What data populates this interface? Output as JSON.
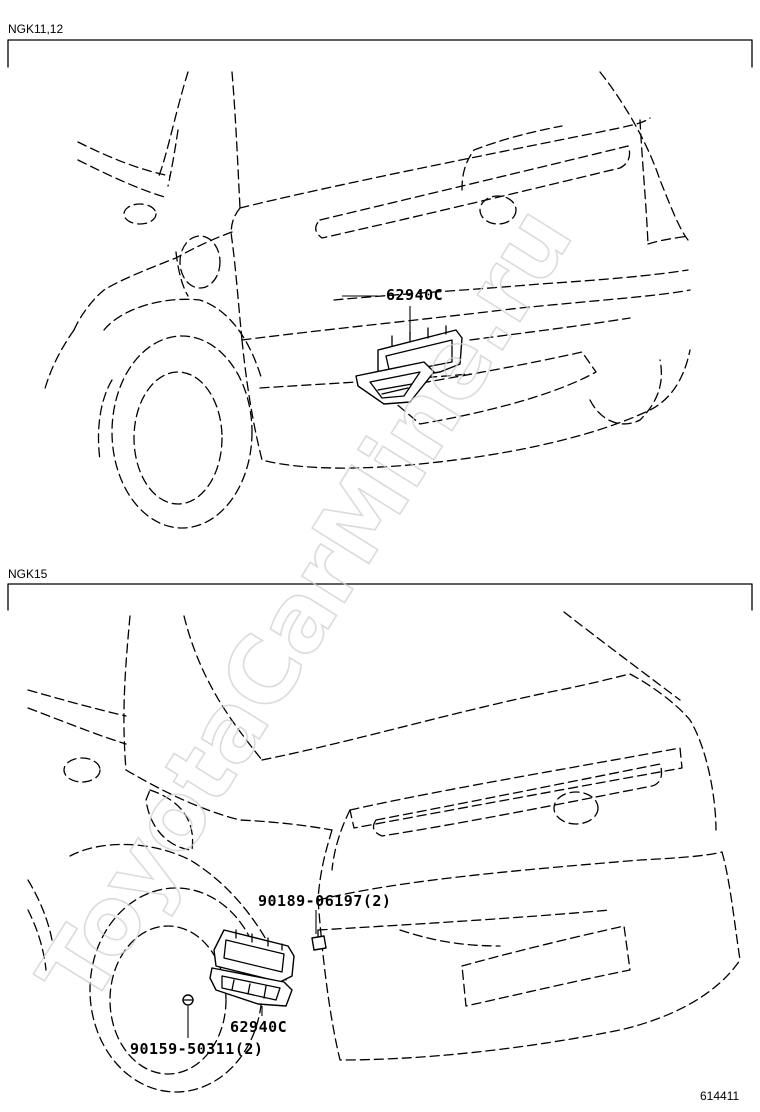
{
  "sections": [
    {
      "code": "NGK11,12",
      "part_labels": [
        "62940C"
      ]
    },
    {
      "code": "NGK15",
      "part_labels": [
        "90189-06197(2)",
        "62940C",
        "90159-50311(2)"
      ]
    }
  ],
  "illustration_id": "614411",
  "watermark": "ToyotaCarMine.ru"
}
